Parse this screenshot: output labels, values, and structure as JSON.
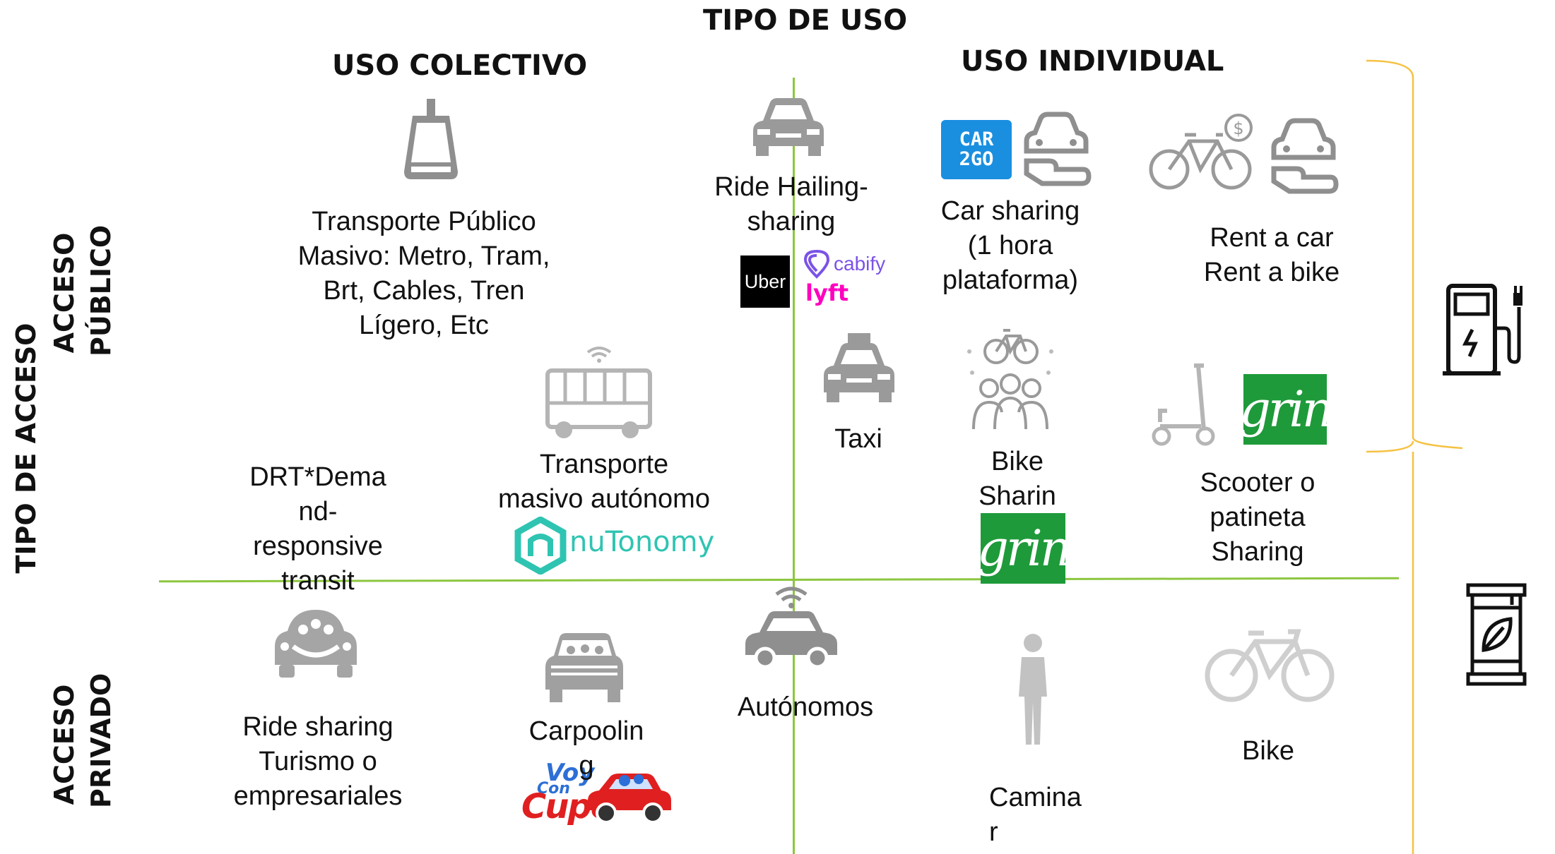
{
  "headers": {
    "tipo_uso": "TIPO DE USO",
    "uso_colectivo": "USO COLECTIVO",
    "uso_individual": "USO INDIVIDUAL",
    "tipo_acceso": "TIPO DE ACCESO",
    "acceso_publico": "ACCESO\nPÚBLICO",
    "acceso_privado": "ACCESO\nPRIVADO"
  },
  "items": {
    "transporte_publico": "Transporte Público\nMasivo:  Metro, Tram,\nBrt, Cables, Tren\nLígero, Etc",
    "ride_hailing": "Ride Hailing-\nsharing",
    "car_sharing": "Car sharing\n(1 hora\nplataforma)",
    "rent": "Rent a car\nRent a bike",
    "taxi": "Taxi",
    "transporte_autonomo": "Transporte\nmasivo autónomo",
    "drt": "DRT*Dema\nnd-\nresponsive\ntransit",
    "bike_sharing": "Bike\nSharin",
    "scooter": "Scooter o\npatineta\nSharing",
    "ride_sharing": "Ride sharing\nTurismo o\nempresariales",
    "carpooling": "Carpoolin\ng",
    "autonomos": "Autónomos",
    "caminar": "Camina\nr",
    "bike": "Bike"
  },
  "logos": {
    "uber": "Uber",
    "cabify": "cabify",
    "lyft": "lyft",
    "car2go": "CAR\n2GO",
    "grin": "grin",
    "nutonomy": "nuTonomy",
    "voy": "Voy",
    "con": "Con",
    "cupo": "Cupo"
  },
  "icons": [
    "tram-icon",
    "car-icon",
    "car-share-icon",
    "bike-rent-icon",
    "taxi-icon",
    "bus-autonomous-icon",
    "bike-sharing-icon",
    "scooter-icon",
    "smiling-car-icon",
    "carpool-car-icon",
    "autonomous-car-icon",
    "walking-person-icon",
    "bike-icon",
    "ev-charger-icon",
    "biofuel-barrel-icon"
  ],
  "colors": {
    "axis": "#8cc63f",
    "bracket": "#f5c242",
    "icon_gray": "#8f8f8f",
    "grin_green": "#1e9a3a",
    "car2go_blue": "#1a8fe0"
  }
}
